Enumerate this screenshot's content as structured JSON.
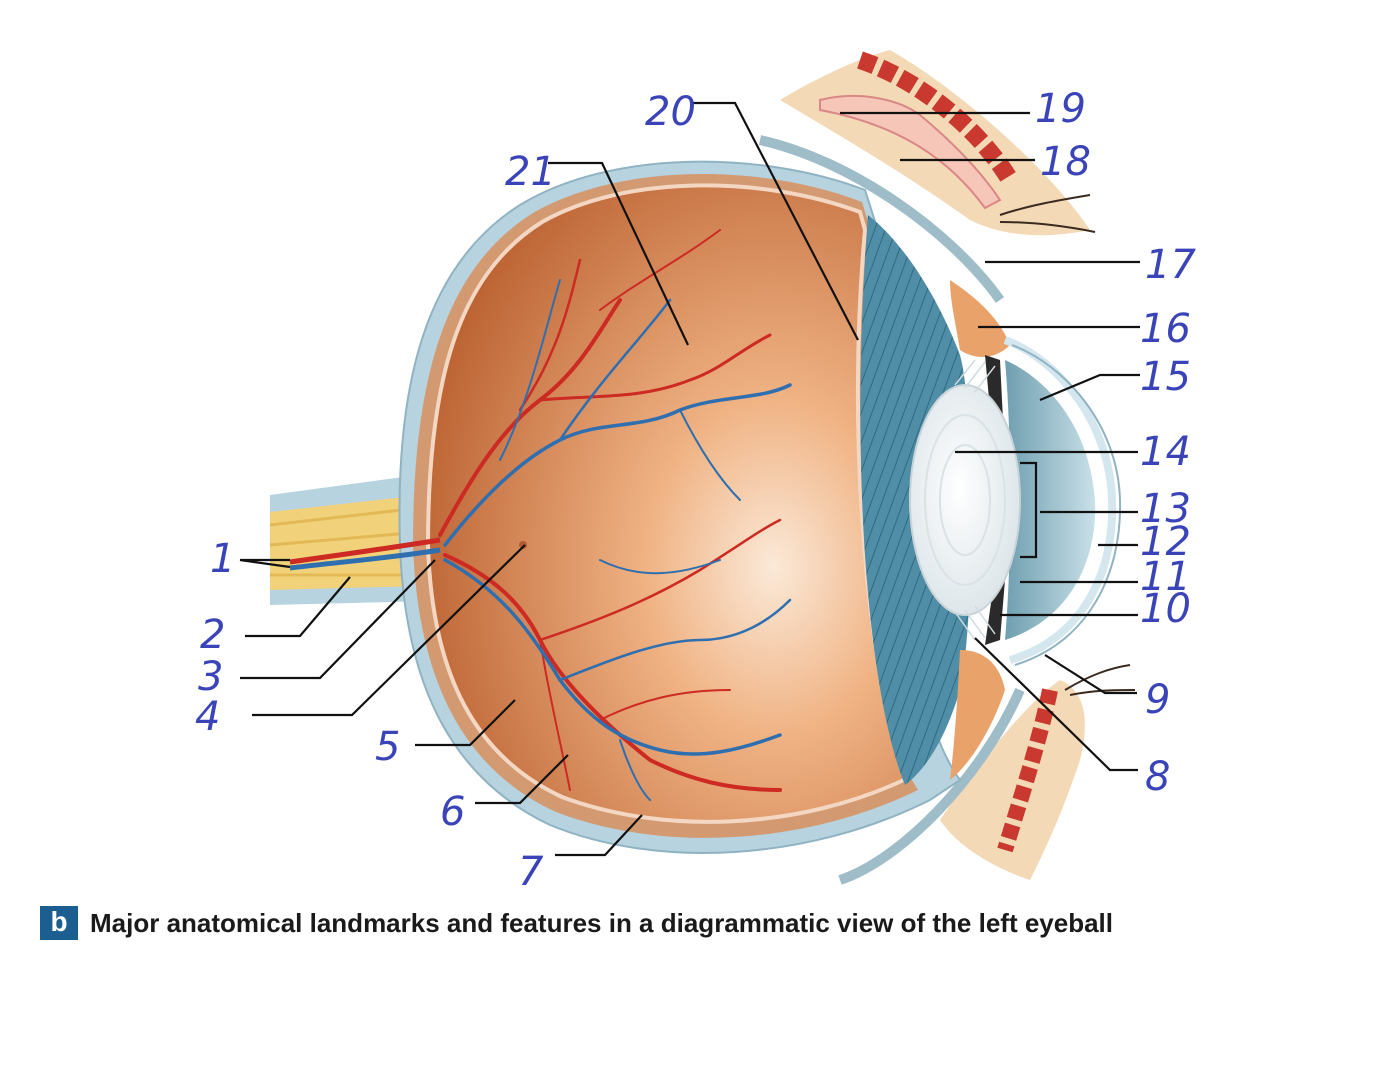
{
  "caption": {
    "badge": "b",
    "text": "Major anatomical landmarks and features in a diagrammatic view of the left eyeball"
  },
  "labels": [
    "1",
    "2",
    "3",
    "4",
    "5",
    "6",
    "7",
    "8",
    "9",
    "10",
    "11",
    "12",
    "13",
    "14",
    "15",
    "16",
    "17",
    "18",
    "19",
    "20",
    "21"
  ],
  "colors": {
    "sclera": "#b7d3df",
    "choroid": "#c9875a",
    "retina": "#d97a45",
    "vitreous": "#e39a63",
    "ciliary": "#3d7e98",
    "lens": "#eef2f3",
    "cornea": "#a9cbd6",
    "artery": "#cc2a22",
    "vein": "#2f6fb0",
    "nerve": "#f1d27a",
    "label": "#3a44b8",
    "caption_badge": "#1b5e8f"
  }
}
